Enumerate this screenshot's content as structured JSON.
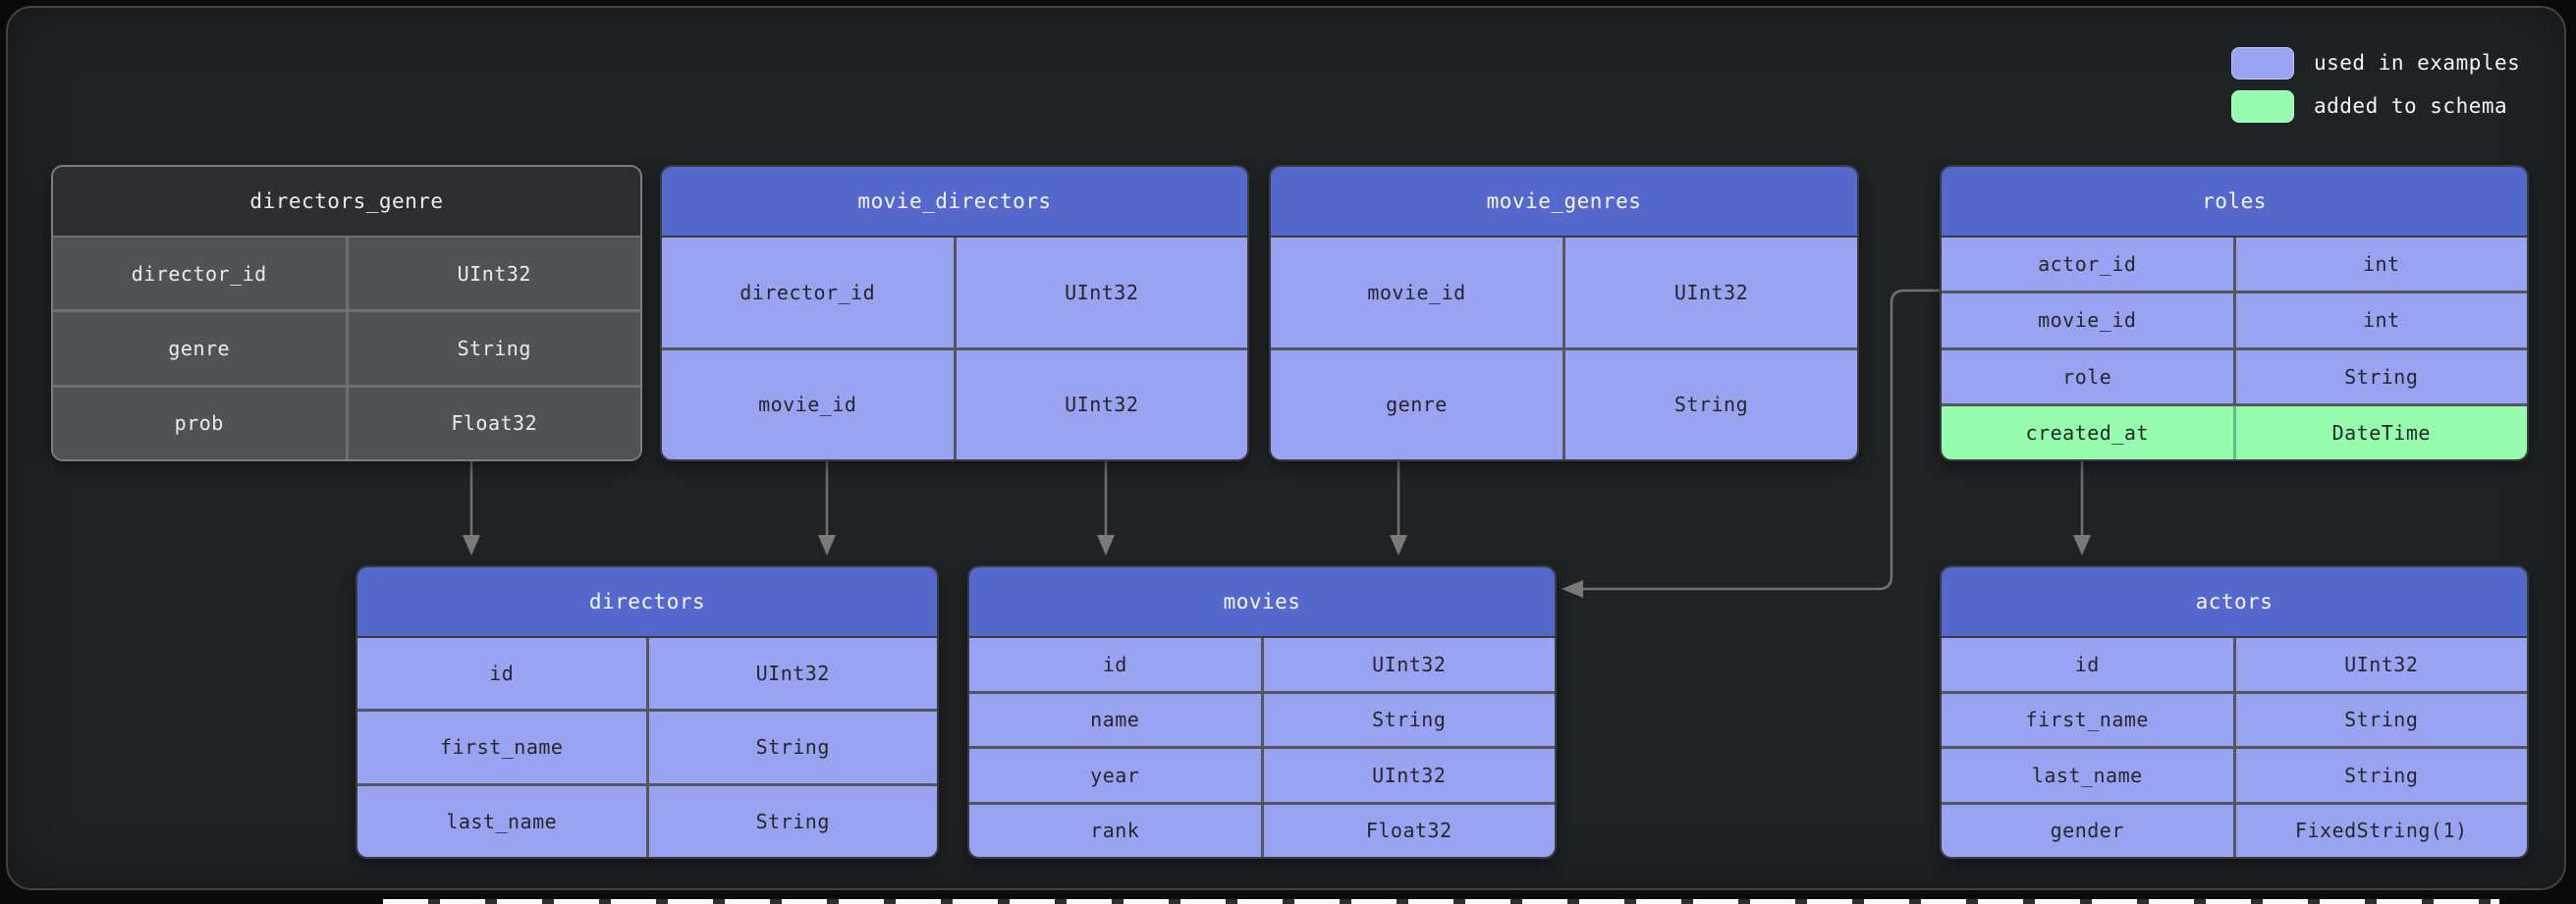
{
  "legend": [
    {
      "label": "used in examples",
      "color": "#99a3f2"
    },
    {
      "label": "added to schema",
      "color": "#96faaf"
    }
  ],
  "tables": [
    {
      "title": "directors_genre",
      "style": "gray",
      "columns": [
        {
          "name": "director_id",
          "type": "UInt32"
        },
        {
          "name": "genre",
          "type": "String"
        },
        {
          "name": "prob",
          "type": "Float32"
        }
      ]
    },
    {
      "title": "movie_directors",
      "style": "blue",
      "columns": [
        {
          "name": "director_id",
          "type": "UInt32"
        },
        {
          "name": "movie_id",
          "type": "UInt32"
        }
      ]
    },
    {
      "title": "movie_genres",
      "style": "blue",
      "columns": [
        {
          "name": "movie_id",
          "type": "UInt32"
        },
        {
          "name": "genre",
          "type": "String"
        }
      ]
    },
    {
      "title": "roles",
      "style": "blue",
      "columns": [
        {
          "name": "actor_id",
          "type": "int"
        },
        {
          "name": "movie_id",
          "type": "int"
        },
        {
          "name": "role",
          "type": "String"
        },
        {
          "name": "created_at",
          "type": "DateTime",
          "added_to_schema": true
        }
      ]
    },
    {
      "title": "directors",
      "style": "blue",
      "columns": [
        {
          "name": "id",
          "type": "UInt32"
        },
        {
          "name": "first_name",
          "type": "String"
        },
        {
          "name": "last_name",
          "type": "String"
        }
      ]
    },
    {
      "title": "movies",
      "style": "blue",
      "columns": [
        {
          "name": "id",
          "type": "UInt32"
        },
        {
          "name": "name",
          "type": "String"
        },
        {
          "name": "year",
          "type": "UInt32"
        },
        {
          "name": "rank",
          "type": "Float32"
        }
      ]
    },
    {
      "title": "actors",
      "style": "blue",
      "columns": [
        {
          "name": "id",
          "type": "UInt32"
        },
        {
          "name": "first_name",
          "type": "String"
        },
        {
          "name": "last_name",
          "type": "String"
        },
        {
          "name": "gender",
          "type": "FixedString(1)"
        }
      ]
    }
  ],
  "relationships": [
    {
      "from": "directors_genre",
      "to": "directors"
    },
    {
      "from": "movie_directors",
      "to": "directors"
    },
    {
      "from": "movie_directors",
      "to": "movies"
    },
    {
      "from": "movie_genres",
      "to": "movies"
    },
    {
      "from": "roles",
      "to": "movies"
    },
    {
      "from": "roles",
      "to": "actors"
    }
  ],
  "colors": {
    "header_blue": "#5569cd",
    "row_blue": "#99a3f2",
    "added_green": "#96faaf",
    "gray_header": "#2e2e30",
    "gray_row": "#515254",
    "arrow": "#707070"
  }
}
